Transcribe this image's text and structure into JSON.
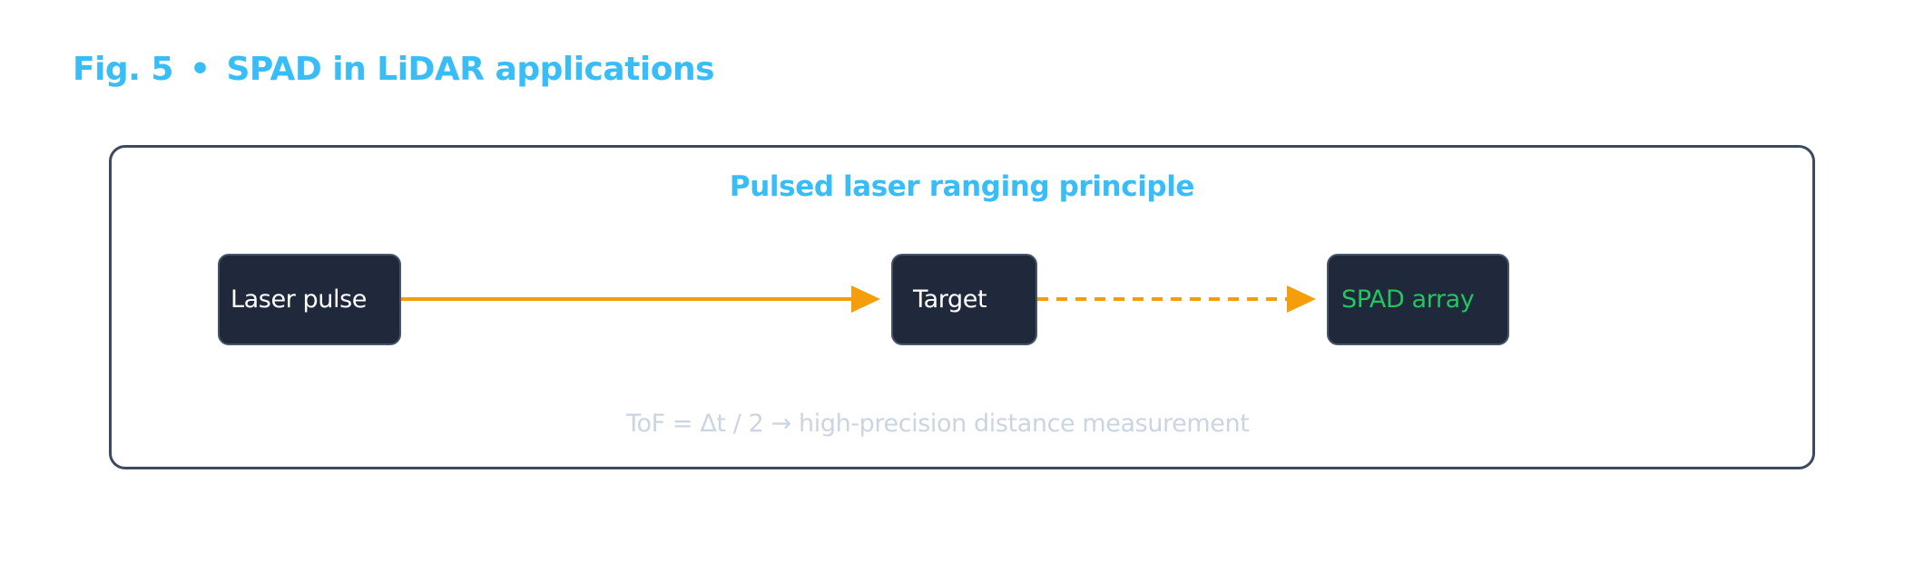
{
  "figure": {
    "label": "Fig. 5",
    "separator": "•",
    "title": "SPAD in LiDAR applications"
  },
  "panel": {
    "title": "Pulsed laser ranging principle",
    "nodes": {
      "laser": "Laser pulse",
      "target": "Target",
      "spad": "SPAD array"
    },
    "caption": "ToF = Δt / 2 → high-precision distance measurement"
  },
  "colors": {
    "accent": "#38bdf8",
    "arrow": "#f59e0b",
    "node_fill": "#1f293b",
    "node_border": "#475569",
    "panel_border": "#3b4a60",
    "spad_text": "#22c55e",
    "caption": "#cbd5e1"
  },
  "connectors": [
    {
      "from": "Laser pulse",
      "to": "Target",
      "style": "solid"
    },
    {
      "from": "Target",
      "to": "SPAD array",
      "style": "dashed"
    }
  ]
}
